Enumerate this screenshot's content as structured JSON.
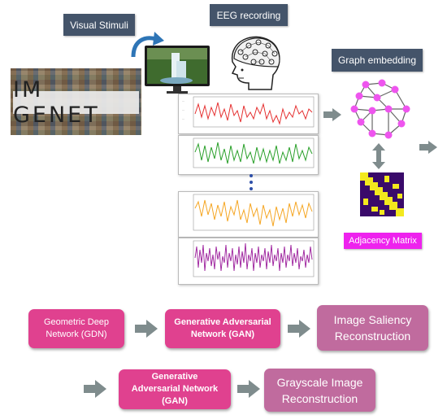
{
  "labels": {
    "visual_stimuli": "Visual Stimuli",
    "eeg_recording": "EEG recording",
    "graph_embedding": "Graph embedding",
    "adjacency_matrix": "Adjacency Matrix"
  },
  "logo": {
    "imagenet_text": "IM GENET"
  },
  "pipeline": {
    "gdn": "Geometric Deep Network (GDN)",
    "gan_top": "Generative Adversarial Network (GAN)",
    "saliency": "Image Saliency Reconstruction",
    "gan_bottom": "Generative Adversarial Network (GAN)",
    "grayscale": "Grayscale Image Reconstruction"
  },
  "colors": {
    "label_bg": "#44546a",
    "pink": "#e0418f",
    "mauve": "#c06b9e",
    "arrow_gray": "#7f8c8d",
    "node_pink": "#ee55ee",
    "matrix_purple": "#3a0a6a",
    "matrix_yellow": "#f3e91e",
    "eeg_red": "#e53030",
    "eeg_green": "#2aa02a",
    "eeg_orange": "#f5a623",
    "eeg_purple": "#9a1a9a"
  },
  "icons": [
    "curved-arrow-icon",
    "monitor-icon",
    "eeg-head-icon",
    "graph-icon",
    "double-arrow-icon"
  ]
}
